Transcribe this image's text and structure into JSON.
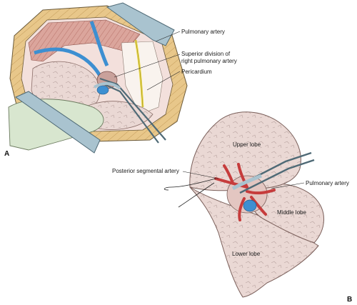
{
  "figure": {
    "panels": {
      "a": "A",
      "b": "B"
    },
    "panel_a_labels": {
      "pulmonary_artery": "Pulmonary artery",
      "superior_division_line1": "Superior division of",
      "superior_division_line2": "right pulmonary artery",
      "pericardium": "Pericardium"
    },
    "panel_b_labels": {
      "upper_lobe": "Upper lobe",
      "posterior_segmental_artery": "Posterior segmental artery",
      "pulmonary_artery": "Pulmonary artery",
      "middle_lobe": "Middle lobe",
      "lower_lobe": "Lower lobe"
    },
    "colors": {
      "lung": "#e8d4d0",
      "muscle": "#d99a90",
      "vessel_blue": "#3d8fd1",
      "artery_red": "#c63c3c",
      "retractor": "#a9c3cf",
      "drape": "#d8e6cf",
      "yellow": "#e9d84b"
    }
  }
}
